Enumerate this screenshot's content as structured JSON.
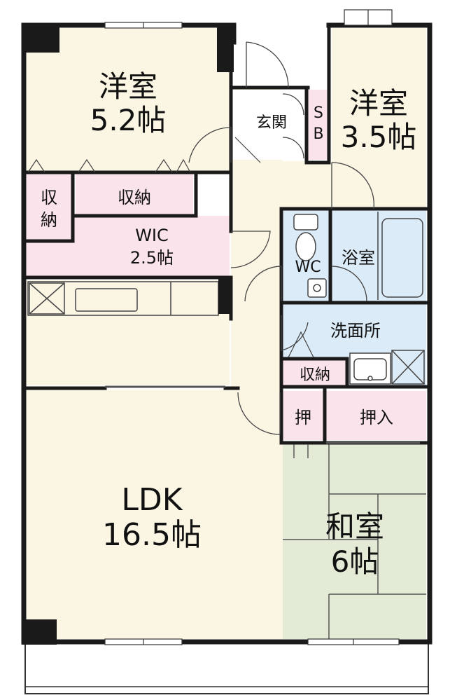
{
  "colors": {
    "wall": "#1a1a1a",
    "room_beige": "#fbf6e4",
    "storage_pink": "#fbe3ec",
    "wet_blue": "#dcebf8",
    "tatami_green": "#e3ead6",
    "floor_white": "#ffffff",
    "line": "#444444"
  },
  "rooms": {
    "western_a": {
      "name": "洋室",
      "size": "5.2帖"
    },
    "western_b": {
      "name": "洋室",
      "size": "3.5帖"
    },
    "entrance": {
      "name": "玄関"
    },
    "shoe_box": {
      "line1": "S",
      "line2": "B"
    },
    "storage_left": {
      "line1": "収",
      "line2": "納"
    },
    "storage_top": {
      "name": "収納"
    },
    "wic": {
      "name": "WIC",
      "size": "2.5帖"
    },
    "toilet": {
      "name": "WC"
    },
    "bathroom": {
      "name": "浴室"
    },
    "washroom": {
      "name": "洗面所"
    },
    "storage_wash": {
      "name": "収納"
    },
    "closet_small": {
      "name": "押"
    },
    "closet_large": {
      "name": "押入"
    },
    "ldk": {
      "name": "LDK",
      "size": "16.5帖"
    },
    "japanese": {
      "name": "和室",
      "size": "6帖"
    }
  }
}
